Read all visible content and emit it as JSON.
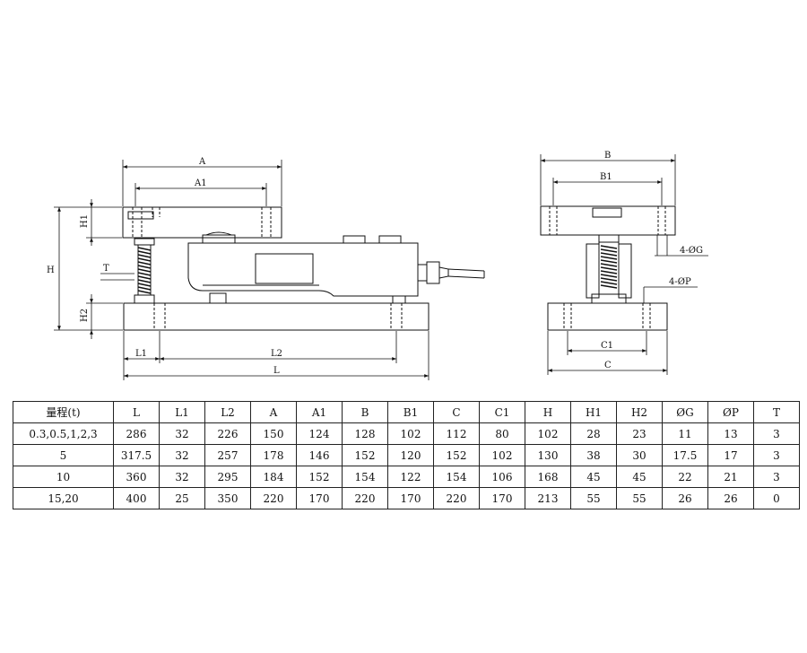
{
  "drawing": {
    "front_labels": {
      "A": "A",
      "A1": "A1",
      "H": "H",
      "H1": "H1",
      "H2": "H2",
      "T": "T",
      "L": "L",
      "L1": "L1",
      "L2": "L2"
    },
    "side_labels": {
      "B": "B",
      "B1": "B1",
      "C": "C",
      "C1": "C1",
      "G": "4-ØG",
      "P": "4-ØP"
    }
  },
  "table": {
    "headers": [
      "量程(t)",
      "L",
      "L1",
      "L2",
      "A",
      "A1",
      "B",
      "B1",
      "C",
      "C1",
      "H",
      "H1",
      "H2",
      "ØG",
      "ØP",
      "T"
    ],
    "rows": [
      [
        "0.3,0.5,1,2,3",
        "286",
        "32",
        "226",
        "150",
        "124",
        "128",
        "102",
        "112",
        "80",
        "102",
        "28",
        "23",
        "11",
        "13",
        "3"
      ],
      [
        "5",
        "317.5",
        "32",
        "257",
        "178",
        "146",
        "152",
        "120",
        "152",
        "102",
        "130",
        "38",
        "30",
        "17.5",
        "17",
        "3"
      ],
      [
        "10",
        "360",
        "32",
        "295",
        "184",
        "152",
        "154",
        "122",
        "154",
        "106",
        "168",
        "45",
        "45",
        "22",
        "21",
        "3"
      ],
      [
        "15,20",
        "400",
        "25",
        "350",
        "220",
        "170",
        "220",
        "170",
        "220",
        "170",
        "213",
        "55",
        "55",
        "26",
        "26",
        "0"
      ]
    ]
  }
}
